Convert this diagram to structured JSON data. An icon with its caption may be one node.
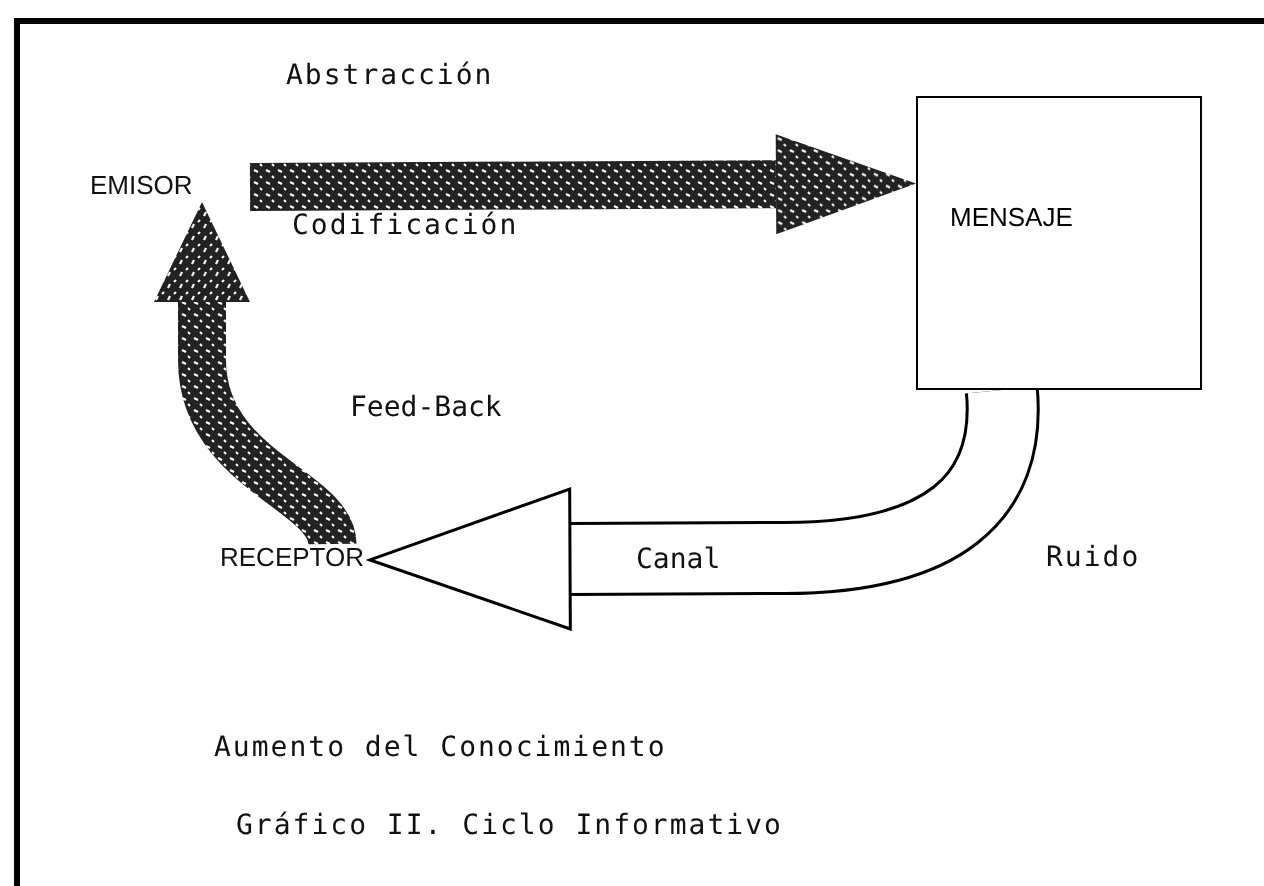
{
  "diagram": {
    "caption": "Gráfico II. Ciclo Informativo",
    "nodes": [
      {
        "text": [
          "EMISOR"
        ]
      },
      {
        "text": [
          "MENSAJE"
        ]
      },
      {
        "text": [
          "RECEPTOR"
        ]
      }
    ],
    "edges": [
      {
        "from": 0,
        "to": 1,
        "arrow": "to",
        "style": "thick"
      },
      {
        "from": 1,
        "to": 2,
        "arrow": "to",
        "label": "Canal"
      },
      {
        "from": 2,
        "to": 0,
        "arrow": "to",
        "label": "Feed-Back",
        "style": "thick"
      }
    ],
    "labels": [
      "Abstracción",
      "Codificación",
      "Ruido",
      "Aumento del Conocimiento"
    ]
  }
}
